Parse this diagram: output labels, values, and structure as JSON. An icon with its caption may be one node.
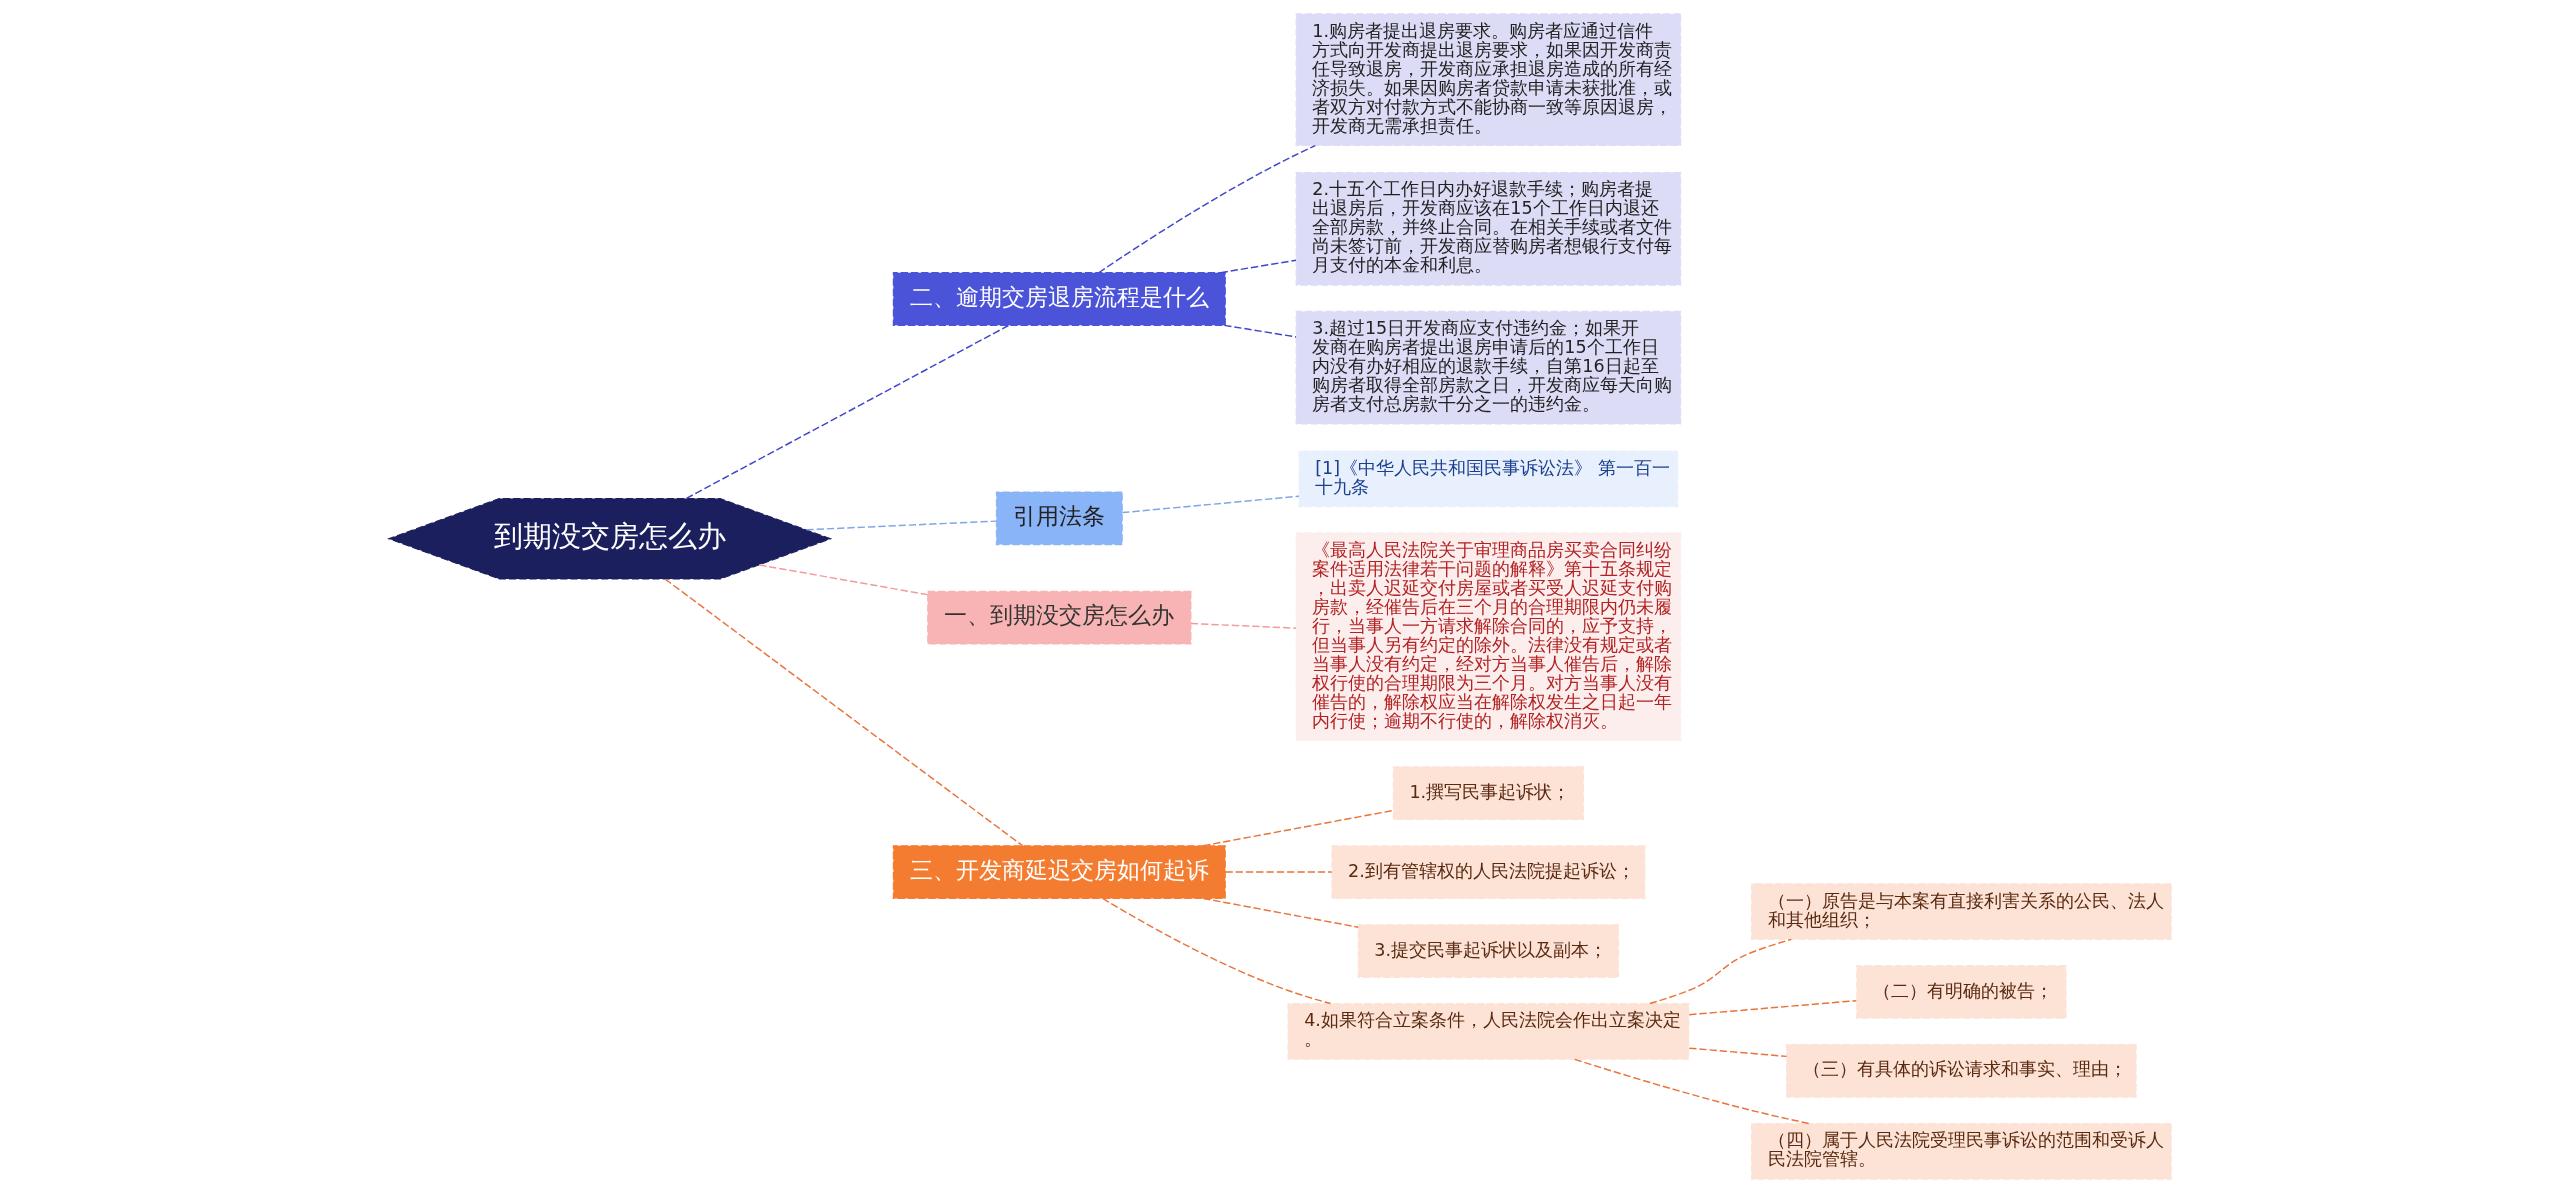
{
  "diagram": {
    "nodes": [
      {
        "text": [
          "到期没交房怎么办"
        ]
      },
      {
        "text": [
          "二、逾期交房退房流程是什么"
        ]
      },
      {
        "text": [
          "1.购房者提出退房要求。购房者应通过信件方式向开发商提出退房要求，如果因开发商责任导致退房，开发商应承担退房造成的所有经济损失。如果因购房者贷款申请未获批准，或者双方对付款方式不能协商一致等原因退房，开发商无需承担责任。"
        ]
      },
      {
        "text": [
          "2.十五个工作日内办好退款手续；购房者提出退房后，开发商应该在15个工作日内退还全部房款，并终止合同。在相关手续或者文件尚未签订前，开发商应替购房者想银行支付每月支付的本金和利息。"
        ]
      },
      {
        "text": [
          "3.超过15日开发商应支付违约金；如果开发商在购房者提出退房申请后的15个工作日内没有办好相应的退款手续，自第16日起至购房者取得全部房款之日，开发商应每天向购房者支付总房款千分之一的违约金。"
        ]
      },
      {
        "text": [
          "引用法条"
        ]
      },
      {
        "text": [
          "[1]《中华人民共和国民事诉讼法》 第一百一十九条"
        ]
      },
      {
        "text": [
          "一、到期没交房怎么办"
        ]
      },
      {
        "text": [
          "《最高人民法院关于审理商品房买卖合同纠纷案件适用法律若干问题的解释》第十五条规定，出卖人迟延交付房屋或者买受人迟延支付购房款，经催告后在三个月的合理期限内仍未履行，当事人一方请求解除合同的，应予支持，但当事人另有约定的除外。法律没有规定或者当事人没有约定，经对方当事人催告后，解除权行使的合理期限为三个月。对方当事人没有催告的，解除权应当在解除权发生之日起一年内行使；逾期不行使的，解除权消灭。"
        ]
      },
      {
        "text": [
          "三、开发商延迟交房如何起诉"
        ]
      },
      {
        "text": [
          "1.撰写民事起诉状；"
        ]
      },
      {
        "text": [
          "2.到有管辖权的人民法院提起诉讼；"
        ]
      },
      {
        "text": [
          "3.提交民事起诉状以及副本；"
        ]
      },
      {
        "text": [
          "4.如果符合立案条件，人民法院会作出立案决定。"
        ]
      },
      {
        "text": [
          "（一）原告是与本案有直接利害关系的公民、法人和其他组织；"
        ]
      },
      {
        "text": [
          "（二）有明确的被告；"
        ]
      },
      {
        "text": [
          "（三）有具体的诉讼请求和事实、理由；"
        ]
      },
      {
        "text": [
          "（四）属于人民法院受理民事诉讼的范围和受诉人民法院管辖。"
        ]
      }
    ],
    "edges": [
      {
        "from": 0,
        "to": 1,
        "arrow": "none",
        "style": "dashed",
        "color": "#3f46c8"
      },
      {
        "from": 1,
        "to": 2,
        "arrow": "none",
        "style": "dashed",
        "color": "#3f46c8"
      },
      {
        "from": 1,
        "to": 3,
        "arrow": "none",
        "style": "dashed",
        "color": "#3f46c8"
      },
      {
        "from": 1,
        "to": 4,
        "arrow": "none",
        "style": "dashed",
        "color": "#3f46c8"
      },
      {
        "from": 0,
        "to": 5,
        "arrow": "none",
        "style": "dashed",
        "color": "#7fa6e6"
      },
      {
        "from": 5,
        "to": 6,
        "arrow": "none",
        "style": "dashed",
        "color": "#7fa6e6"
      },
      {
        "from": 0,
        "to": 7,
        "arrow": "none",
        "style": "dashed",
        "color": "#f29b9b"
      },
      {
        "from": 7,
        "to": 8,
        "arrow": "none",
        "style": "dashed",
        "color": "#f29b9b"
      },
      {
        "from": 0,
        "to": 9,
        "arrow": "none",
        "style": "dashed",
        "color": "#e8743b"
      },
      {
        "from": 9,
        "to": 10,
        "arrow": "none",
        "style": "dashed",
        "color": "#e8743b"
      },
      {
        "from": 9,
        "to": 11,
        "arrow": "none",
        "style": "dashed",
        "color": "#e8743b"
      },
      {
        "from": 9,
        "to": 12,
        "arrow": "none",
        "style": "dashed",
        "color": "#e8743b"
      },
      {
        "from": 9,
        "to": 13,
        "arrow": "none",
        "style": "dashed",
        "color": "#e8743b"
      },
      {
        "from": 13,
        "to": 14,
        "arrow": "none",
        "style": "dashed",
        "color": "#e8743b"
      },
      {
        "from": 13,
        "to": 15,
        "arrow": "none",
        "style": "dashed",
        "color": "#e8743b"
      },
      {
        "from": 13,
        "to": 16,
        "arrow": "none",
        "style": "dashed",
        "color": "#e8743b"
      },
      {
        "from": 13,
        "to": 17,
        "arrow": "none",
        "style": "dashed",
        "color": "#e8743b"
      }
    ]
  }
}
